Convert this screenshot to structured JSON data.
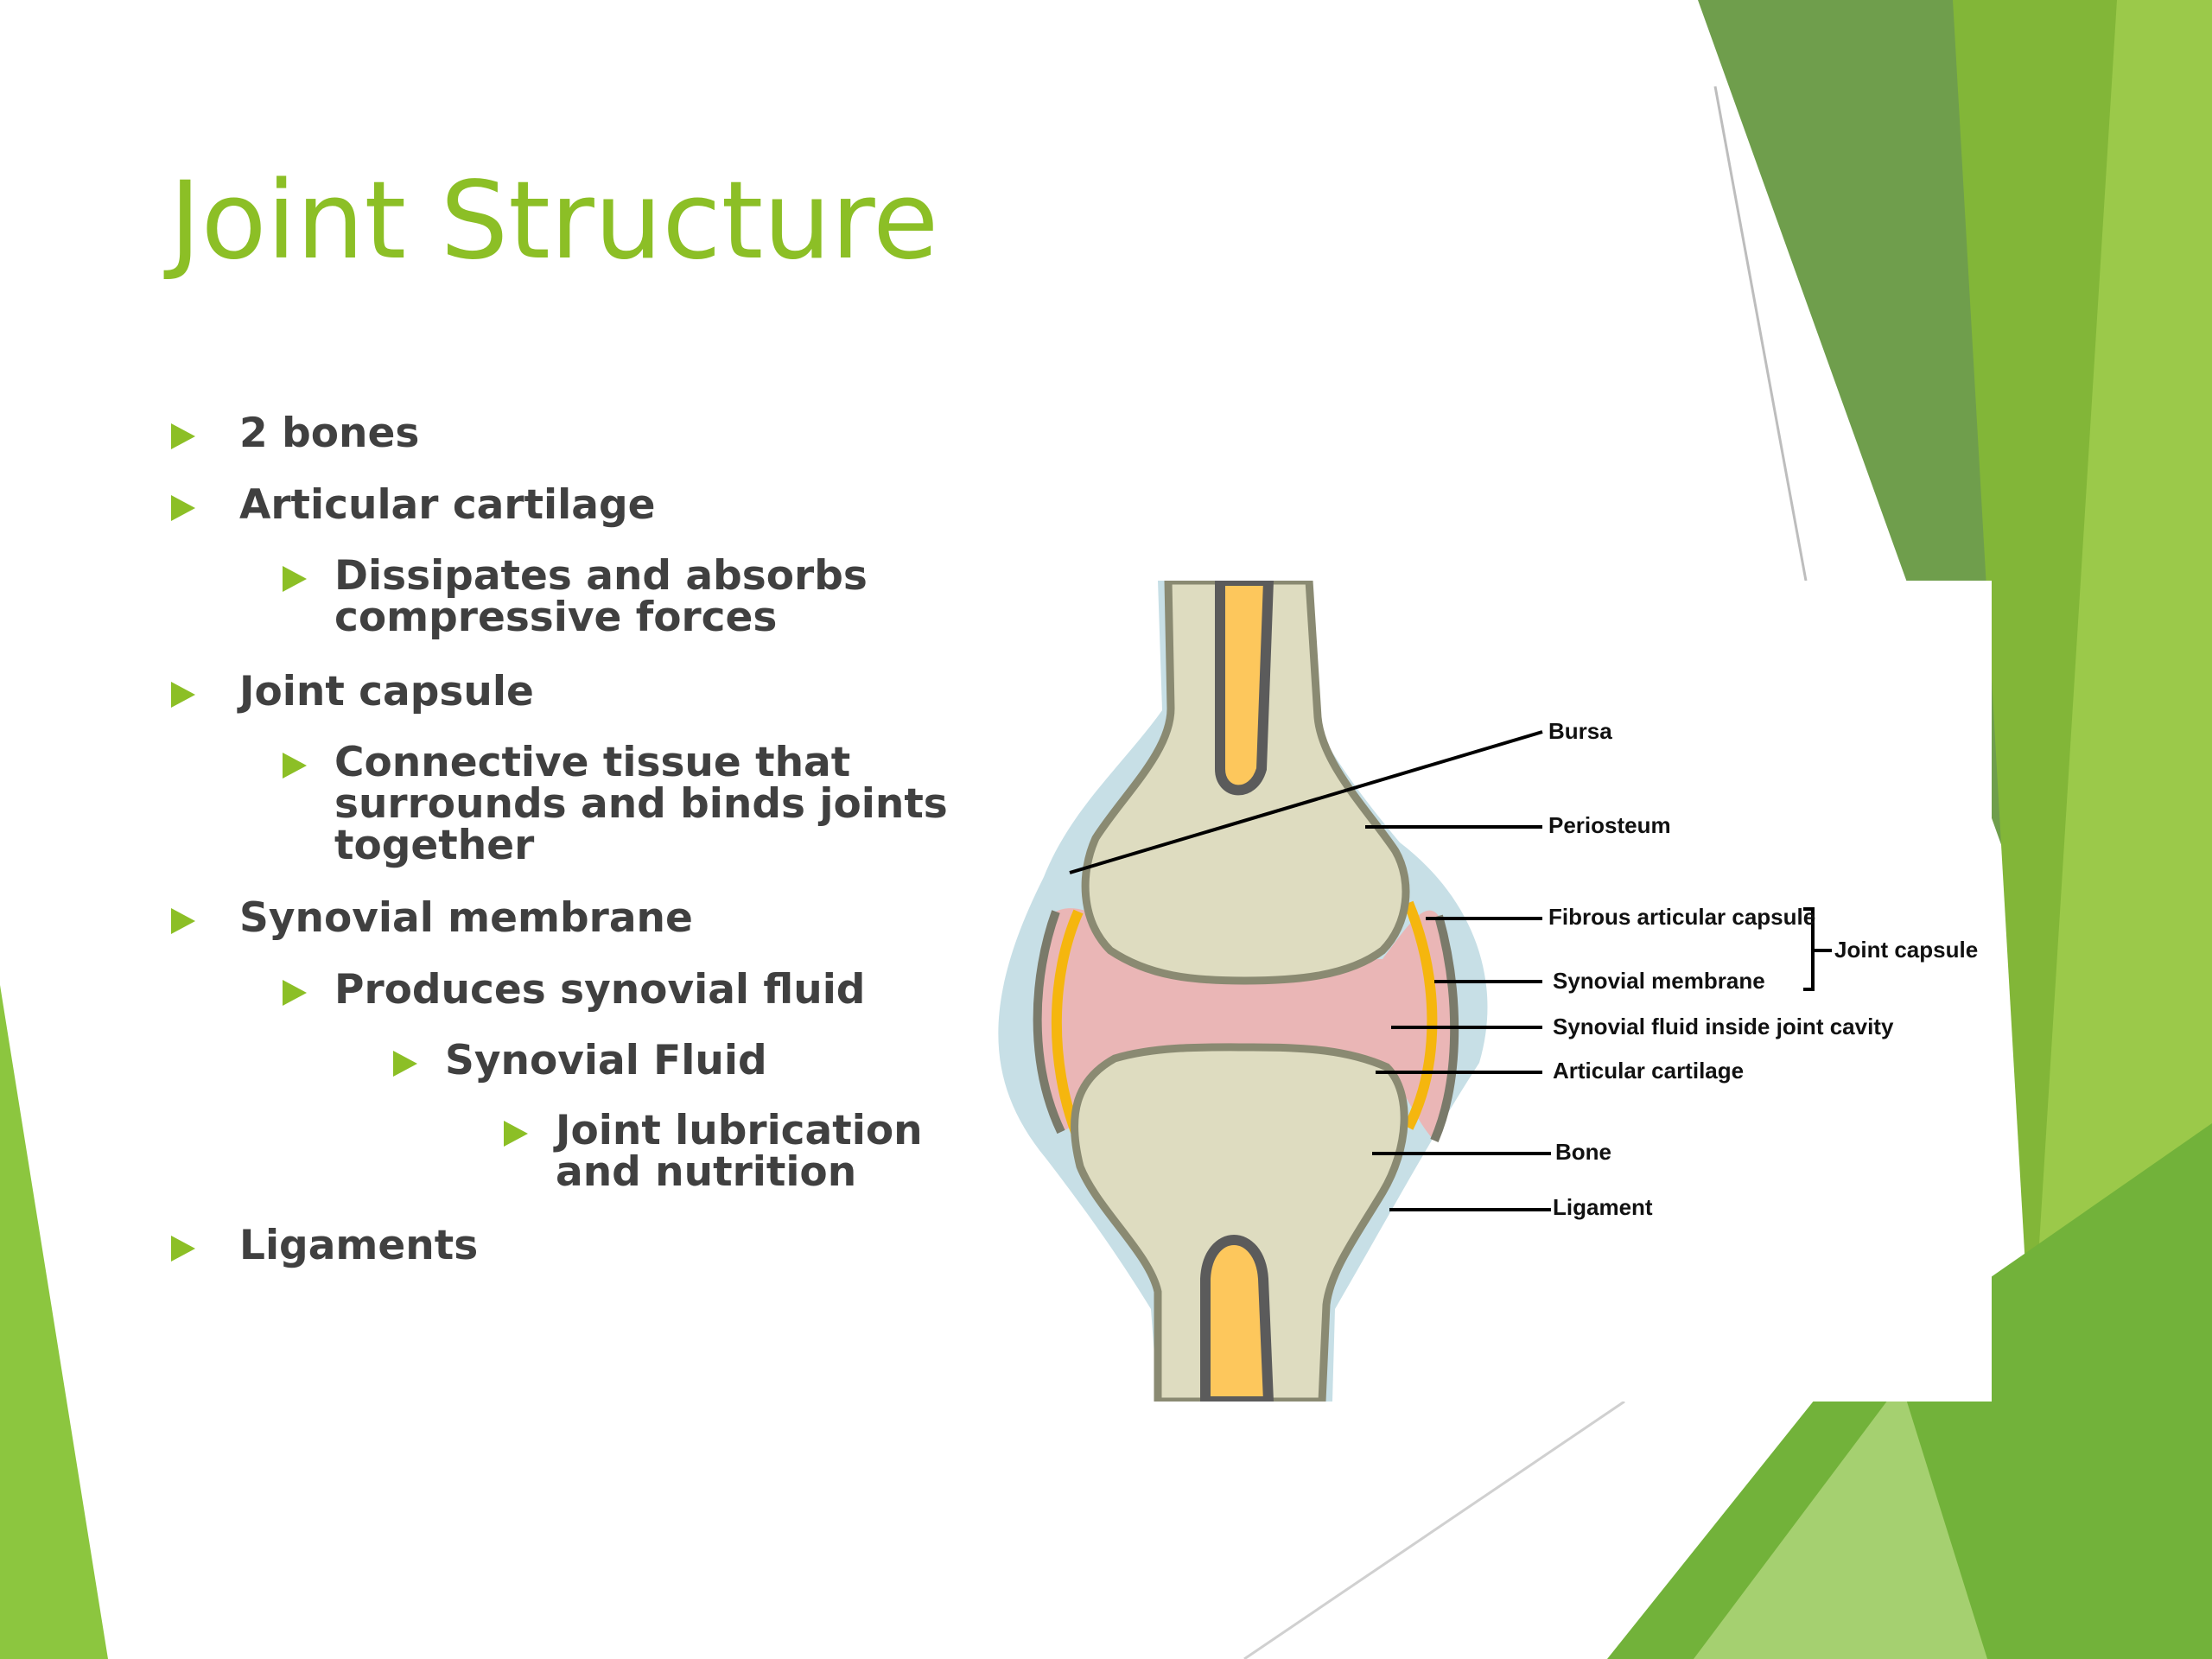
{
  "slide": {
    "title": "Joint Structure",
    "accent_color": "#8cbf26",
    "text_color": "#404040"
  },
  "bullets": [
    {
      "level": 1,
      "text": "2 bones"
    },
    {
      "level": 1,
      "text": "Articular cartilage"
    },
    {
      "level": 2,
      "lines": [
        "Dissipates and absorbs",
        "compressive forces"
      ]
    },
    {
      "level": 1,
      "text": "Joint capsule"
    },
    {
      "level": 2,
      "lines": [
        "Connective tissue that",
        "surrounds and binds joints",
        "together"
      ]
    },
    {
      "level": 1,
      "text": "Synovial membrane"
    },
    {
      "level": 2,
      "text": "Produces synovial fluid"
    },
    {
      "level": 3,
      "text": "Synovial Fluid"
    },
    {
      "level": 4,
      "lines": [
        "Joint lubrication",
        "and nutrition"
      ]
    },
    {
      "level": 1,
      "text": "Ligaments"
    }
  ],
  "diagram": {
    "labels": {
      "bursa": "Bursa",
      "periosteum": "Periosteum",
      "fibrous_capsule": "Fibrous articular capsule",
      "synovial_membrane": "Synovial membrane",
      "synovial_fluid": "Synovial fluid inside joint cavity",
      "articular_cartilage": "Articular cartilage",
      "bone": "Bone",
      "ligament": "Ligament",
      "joint_capsule": "Joint capsule"
    },
    "colors": {
      "bone": "#dedcc0",
      "marrow": "#fdc75c",
      "cortex": "#5b5b5b",
      "ligament": "#c7dfe6",
      "synovial_fluid": "#eab6b6",
      "cartilage": "#f5b60e"
    }
  }
}
